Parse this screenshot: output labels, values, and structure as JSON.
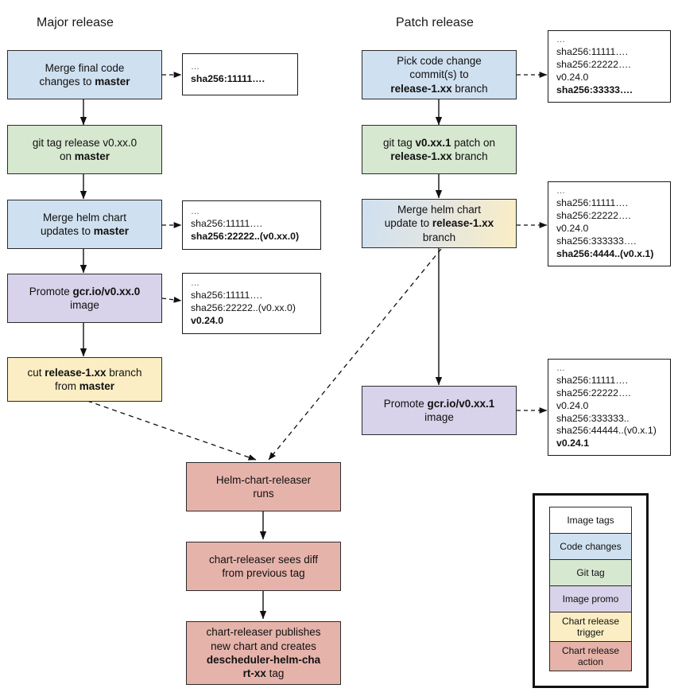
{
  "colors": {
    "code_changes": "#cfe0f0",
    "git_tag": "#d6e8d0",
    "image_promo": "#d8d2ea",
    "chart_release_trigger": "#fbeec4",
    "chart_release_action": "#e6b3ab",
    "image_tags": "#ffffff",
    "stroke": "#2b2b2b",
    "gradient_from": "#cfe0f0",
    "gradient_to": "#fbeec4"
  },
  "columns": {
    "major_title": "Major release",
    "patch_title": "Patch release"
  },
  "nodes": {
    "merge_final_code": {
      "line1": "Merge final code",
      "line2_pre": "changes to ",
      "line2_bold": "master",
      "type": "code-changes"
    },
    "git_tag_release": {
      "line1": "git tag release v0.xx.0",
      "line2_pre": "on ",
      "line2_bold": "master",
      "type": "git-tag"
    },
    "merge_helm_chart_master": {
      "line1": "Merge helm chart",
      "line2_pre": "updates to ",
      "line2_bold": "master",
      "type": "code-changes"
    },
    "promote_image_major": {
      "line1_pre": "Promote ",
      "line1_bold": "gcr.io/v0.xx.0",
      "line2": "image",
      "type": "image-promo"
    },
    "cut_release_branch": {
      "line1_pre": "cut ",
      "line1_bold": "release-1.xx",
      "line1_post": " branch",
      "line2_pre": "from ",
      "line2_bold": "master",
      "type": "chart-release-trigger"
    },
    "pick_code_change": {
      "line1": "Pick code change",
      "line2": "commit(s) to",
      "line3_bold": "release-1.xx",
      "line3_post": " branch",
      "type": "code-changes"
    },
    "git_tag_patch": {
      "line1_pre": "git tag ",
      "line1_bold": "v0.xx.1",
      "line1_post": " patch on",
      "line2_bold": "release-1.xx",
      "line2_post": " branch",
      "type": "git-tag"
    },
    "merge_helm_chart_release": {
      "line1": "Merge helm chart",
      "line2_pre": "update to ",
      "line2_bold": "release-1.xx",
      "line3": "branch",
      "type": "gradient"
    },
    "promote_image_patch": {
      "line1_pre": "Promote ",
      "line1_bold": "gcr.io/v0.xx.1",
      "line2": "image",
      "type": "image-promo"
    },
    "helm_chart_releaser_runs": {
      "line1": "Helm-chart-releaser",
      "line2": "runs",
      "type": "chart-release-action"
    },
    "chart_releaser_diff": {
      "line1": "chart-releaser sees diff",
      "line2": "from previous tag",
      "type": "chart-release-action"
    },
    "chart_releaser_publishes": {
      "line1": "chart-releaser publishes",
      "line2": "new chart and creates",
      "line3_bold": "descheduler-helm-cha",
      "line4_bold": "rt-xx",
      "line4_post": " tag",
      "type": "chart-release-action"
    }
  },
  "tag_boxes": {
    "tags_1": {
      "lines": [
        {
          "text": "…",
          "bold": false,
          "dots": true
        },
        {
          "text": "sha256:11111….",
          "bold": true
        }
      ]
    },
    "tags_2": {
      "lines": [
        {
          "text": "…",
          "bold": false,
          "dots": true
        },
        {
          "text": "sha256:11111….",
          "bold": false
        },
        {
          "text": "sha256:22222..(v0.xx.0)",
          "bold": true
        }
      ]
    },
    "tags_3": {
      "lines": [
        {
          "text": "…",
          "bold": false,
          "dots": true
        },
        {
          "text": "sha256:11111….",
          "bold": false
        },
        {
          "text": "sha256:22222..(v0.xx.0)",
          "bold": false
        },
        {
          "text": "v0.24.0",
          "bold": true
        }
      ]
    },
    "tags_4": {
      "lines": [
        {
          "text": "…",
          "bold": false,
          "dots": true
        },
        {
          "text": "sha256:11111….",
          "bold": false
        },
        {
          "text": "sha256:22222….",
          "bold": false
        },
        {
          "text": "v0.24.0",
          "bold": false
        },
        {
          "text": "sha256:33333….",
          "bold": true
        }
      ]
    },
    "tags_5": {
      "lines": [
        {
          "text": "…",
          "bold": false,
          "dots": true
        },
        {
          "text": "sha256:11111….",
          "bold": false
        },
        {
          "text": "sha256:22222….",
          "bold": false
        },
        {
          "text": "v0.24.0",
          "bold": false
        },
        {
          "text": "sha256:333333….",
          "bold": false
        },
        {
          "text": "sha256:4444..(v0.x.1)",
          "bold": true
        }
      ]
    },
    "tags_6": {
      "lines": [
        {
          "text": "…",
          "bold": false,
          "dots": true
        },
        {
          "text": "sha256:11111….",
          "bold": false
        },
        {
          "text": "sha256:22222….",
          "bold": false
        },
        {
          "text": "v0.24.0",
          "bold": false
        },
        {
          "text": "sha256:333333..",
          "bold": false
        },
        {
          "text": "sha256:44444..(v0.x.1)",
          "bold": false
        },
        {
          "text": "v0.24.1",
          "bold": true
        }
      ]
    }
  },
  "legend": {
    "items": [
      {
        "label": "Image tags",
        "color": "#ffffff",
        "key": "image-tags"
      },
      {
        "label": "Code changes",
        "color": "#cfe0f0",
        "key": "code-changes"
      },
      {
        "label": "Git tag",
        "color": "#d6e8d0",
        "key": "git-tag"
      },
      {
        "label": "Image promo",
        "color": "#d8d2ea",
        "key": "image-promo"
      },
      {
        "label": "Chart release trigger",
        "color": "#fbeec4",
        "key": "chart-release-trigger"
      },
      {
        "label": "Chart release action",
        "color": "#e6b3ab",
        "key": "chart-release-action"
      }
    ]
  }
}
